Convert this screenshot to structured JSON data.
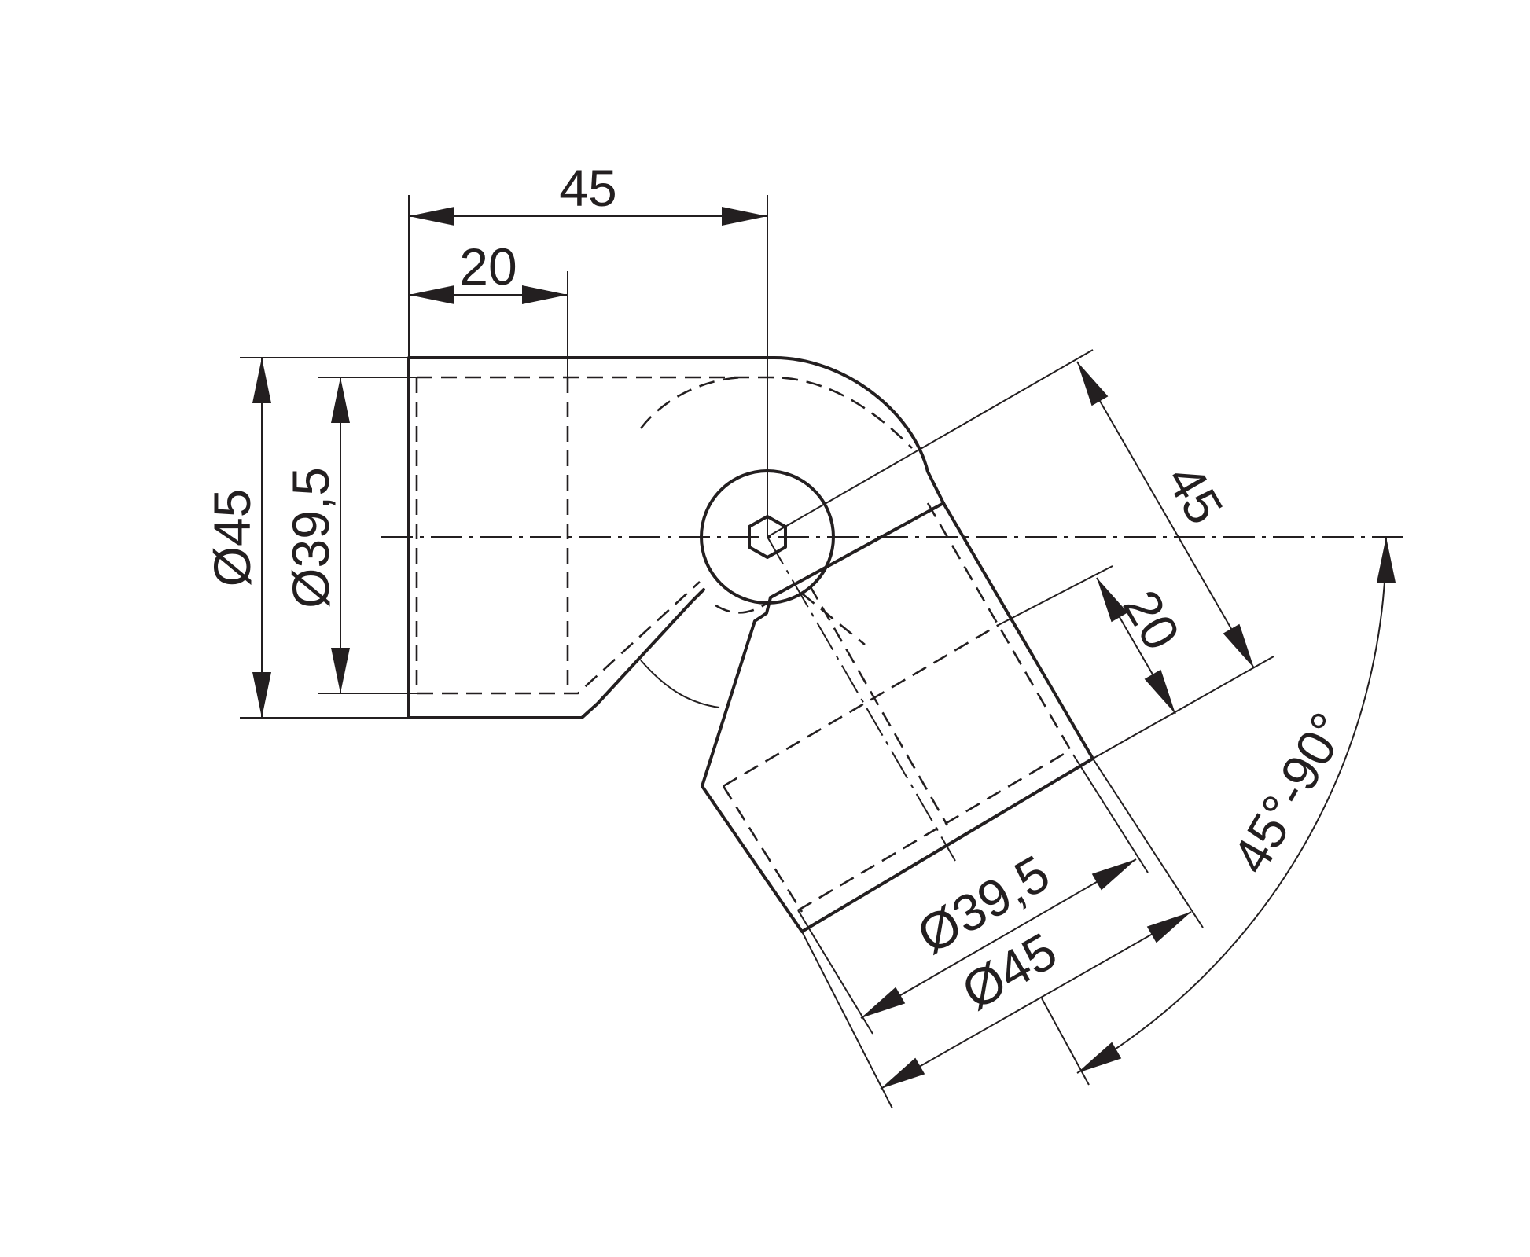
{
  "dimensions": {
    "top_length": "45",
    "top_insert": "20",
    "left_outer_diameter": "Ø45",
    "left_inner_diameter": "Ø39,5",
    "right_length": "45",
    "right_insert": "20",
    "bottom_inner_diameter": "Ø39,5",
    "bottom_outer_diameter": "Ø45",
    "angle_range": "45°-90°"
  }
}
